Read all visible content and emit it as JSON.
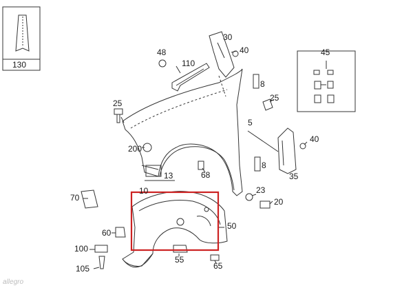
{
  "diagram": {
    "labels": {
      "p130": "130",
      "p48": "48",
      "p30": "30",
      "p40a": "40",
      "p45": "45",
      "p110": "110",
      "p8a": "8",
      "p25a": "25",
      "p25b": "25",
      "p5": "5",
      "p200": "200",
      "p40b": "40",
      "p8b": "8",
      "p13": "13",
      "p68": "68",
      "p35": "35",
      "p10": "10",
      "p70": "70",
      "p23": "23",
      "p20": "20",
      "p50": "50",
      "p60": "60",
      "p100": "100",
      "p55": "55",
      "p105": "105",
      "p65": "65"
    },
    "highlight_color": "#cc2222",
    "line_color": "#333333",
    "watermark": "allegro"
  }
}
